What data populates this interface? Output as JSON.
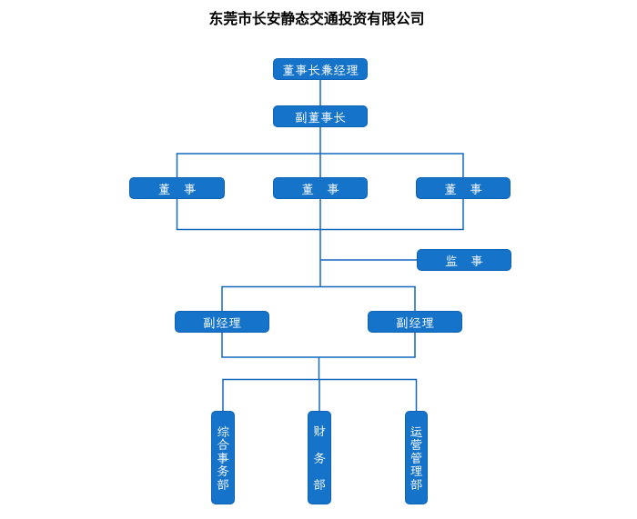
{
  "title": {
    "text": "东莞市长安静态交通投资有限公司"
  },
  "palette": {
    "page_background": "#ffffff",
    "title_color": "#000000",
    "node_fill": "#1573ca",
    "node_border": "#0f62b4",
    "node_text": "#ffffff",
    "connector": "#1568be"
  },
  "org_chart": {
    "type": "organization-chart",
    "company": "东莞市长安静态交通投资有限公司",
    "nodes": [
      {
        "id": "chairman-general-manager",
        "label": "董事长兼经理",
        "level": 1,
        "reports_to": null
      },
      {
        "id": "vice-chairman",
        "label": "副董事长",
        "level": 2,
        "reports_to": "chairman-general-manager"
      },
      {
        "id": "director-1",
        "label": "董　事",
        "level": 3,
        "reports_to": "vice-chairman"
      },
      {
        "id": "director-2",
        "label": "董　事",
        "level": 3,
        "reports_to": "vice-chairman"
      },
      {
        "id": "director-3",
        "label": "董　事",
        "level": 3,
        "reports_to": "vice-chairman"
      },
      {
        "id": "supervisor",
        "label": "监　事",
        "level": 4,
        "reports_to": "director-2"
      },
      {
        "id": "deputy-manager-1",
        "label": "副经理",
        "level": 5,
        "reports_to": "director-2"
      },
      {
        "id": "deputy-manager-2",
        "label": "副经理",
        "level": 5,
        "reports_to": "director-2"
      },
      {
        "id": "dept-general-affairs",
        "label": "综合事务部",
        "level": 6,
        "reports_to": "deputy-managers",
        "orientation": "vertical"
      },
      {
        "id": "dept-finance",
        "label": "财务部",
        "level": 6,
        "reports_to": "deputy-managers",
        "orientation": "vertical"
      },
      {
        "id": "dept-operations",
        "label": "运营管理部",
        "level": 6,
        "reports_to": "deputy-managers",
        "orientation": "vertical"
      }
    ]
  }
}
